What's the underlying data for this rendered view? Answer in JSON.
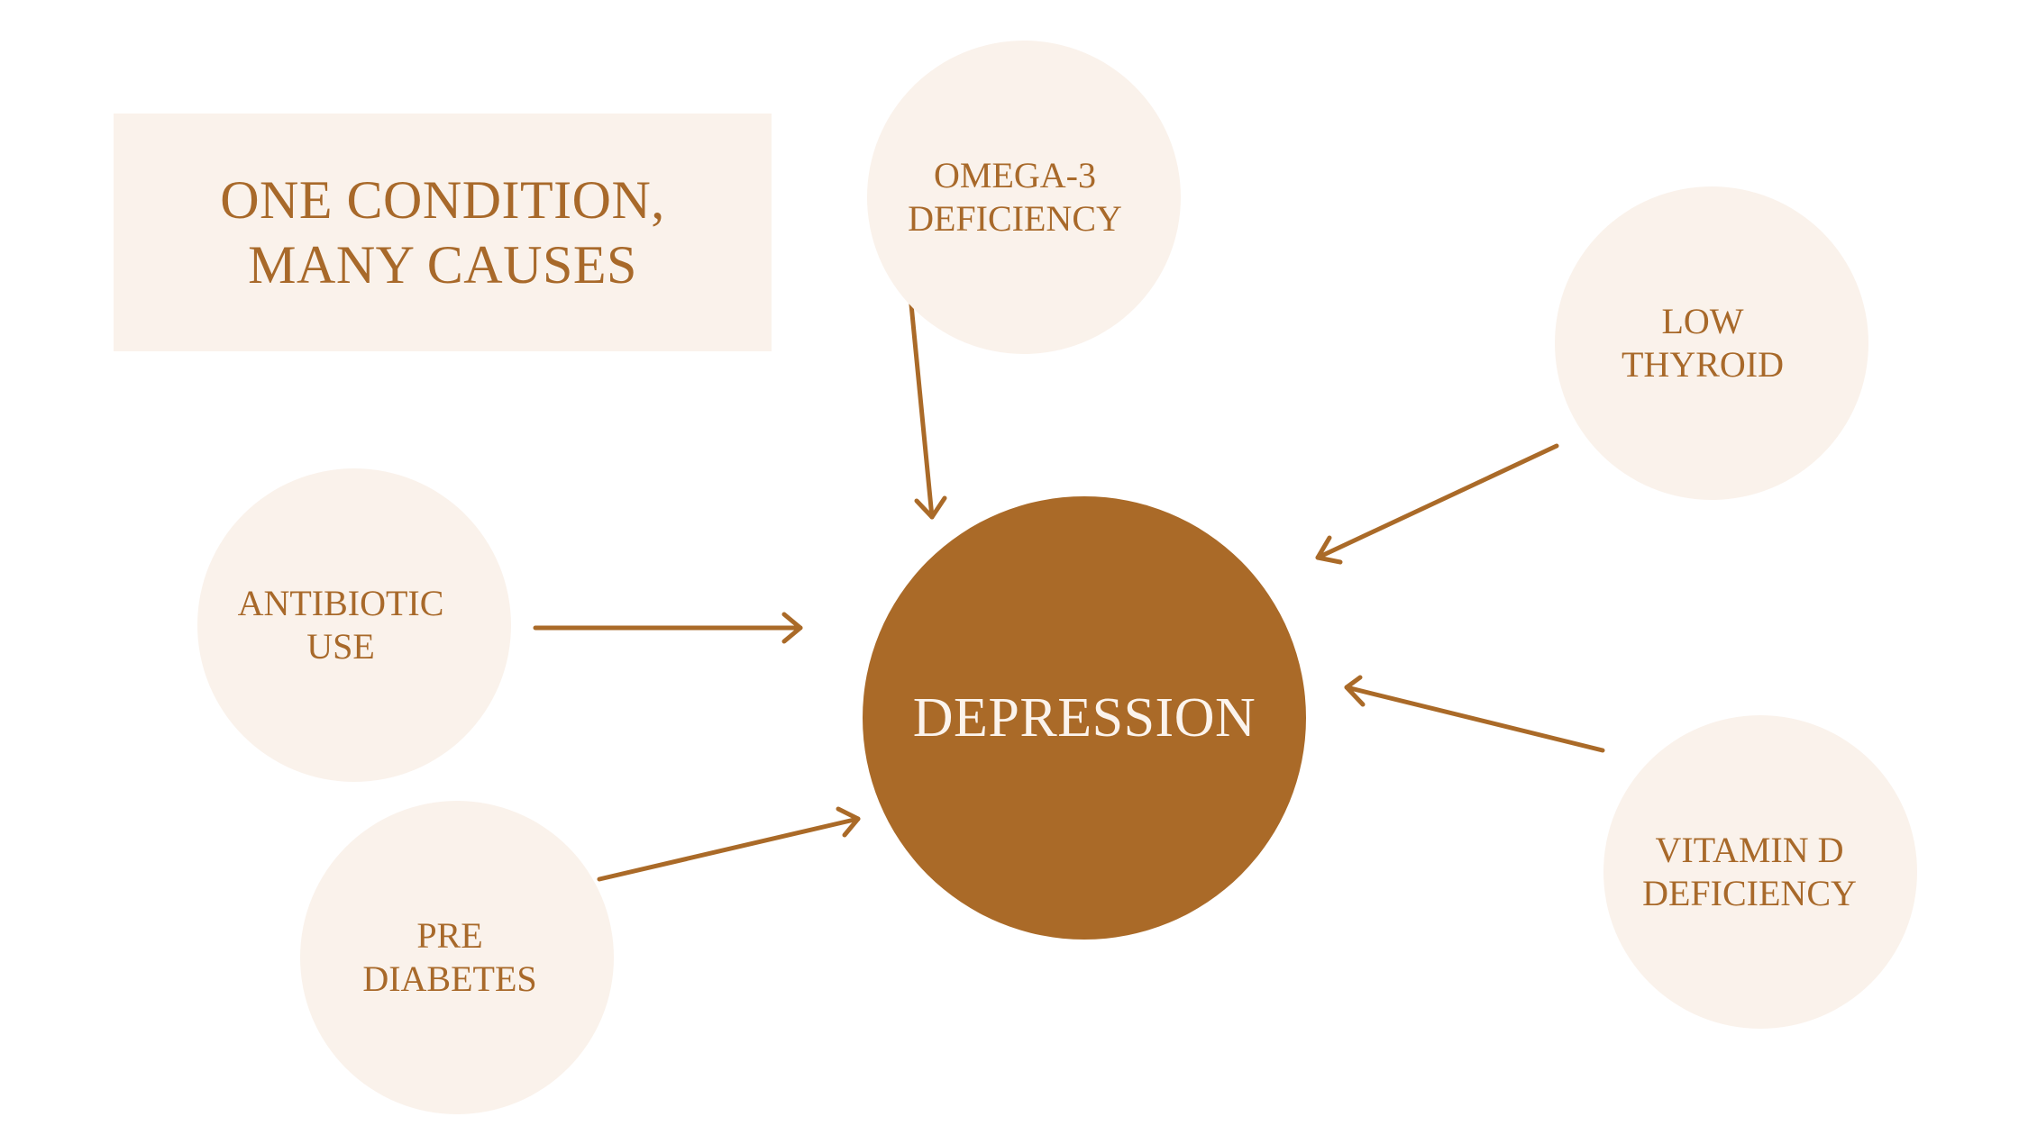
{
  "title": {
    "line1": "ONE CONDITION,",
    "line2": "MANY CAUSES"
  },
  "center": {
    "label": "DEPRESSION"
  },
  "causes": {
    "omega3": {
      "line1": "OMEGA-3",
      "line2": "DEFICIENCY"
    },
    "thyroid": {
      "line1": "LOW",
      "line2": "THYROID"
    },
    "antibiotic": {
      "line1": "ANTIBIOTIC",
      "line2": "USE"
    },
    "prediabetes": {
      "line1": "PRE",
      "line2": "DIABETES"
    },
    "vitamin_d": {
      "line1": "VITAMIN D",
      "line2": "DEFICIENCY"
    }
  },
  "colors": {
    "accent": "#aa6a28",
    "light_fill": "#faf2eb",
    "text": "#a8692a"
  }
}
